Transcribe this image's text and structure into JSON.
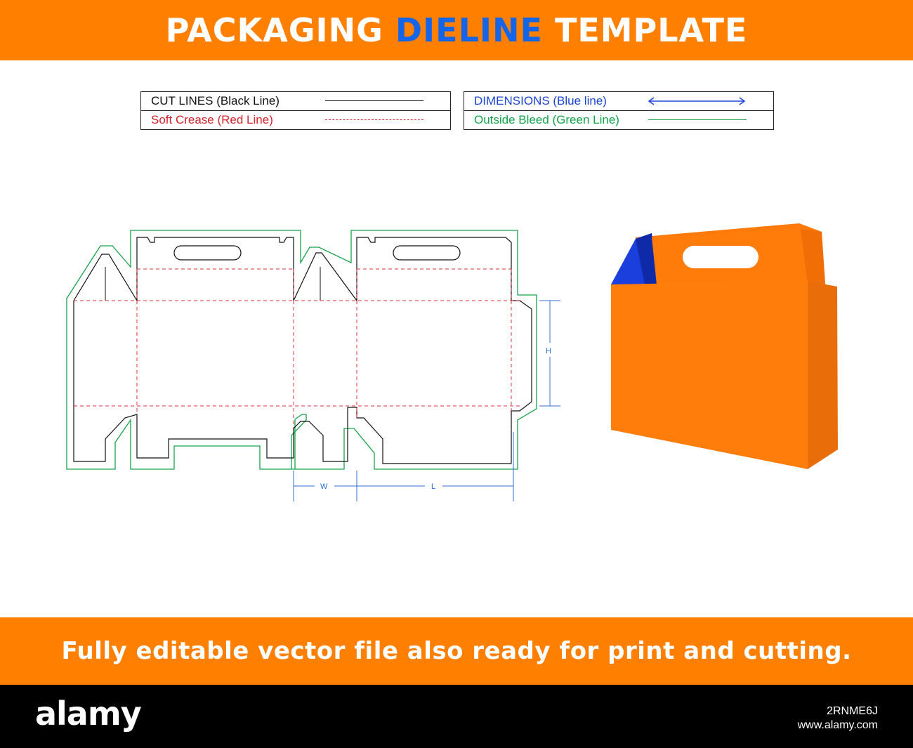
{
  "header": {
    "title_part1": "PACKAGING ",
    "title_accent": "DIELINE",
    "title_part2": " TEMPLATE"
  },
  "legend": {
    "cut": "CUT LINES (Black Line)",
    "crease": "Soft Crease (Red Line)",
    "dimensions": "DIMENSIONS (Blue line)",
    "bleed": "Outside Bleed (Green Line)"
  },
  "dimension_labels": {
    "height": "H",
    "width": "W",
    "length": "L"
  },
  "tagline": "Fully editable vector file also ready for print and cutting.",
  "footer": {
    "logo": "alamy",
    "image_id": "2RNME6J",
    "url": "www.alamy.com"
  },
  "colors": {
    "brand_orange": "#ff7f00",
    "accent_blue": "#1565e8",
    "cut": "#111111",
    "crease": "#e0303a",
    "bleed": "#16a34a",
    "dimension": "#2f6fd6"
  }
}
